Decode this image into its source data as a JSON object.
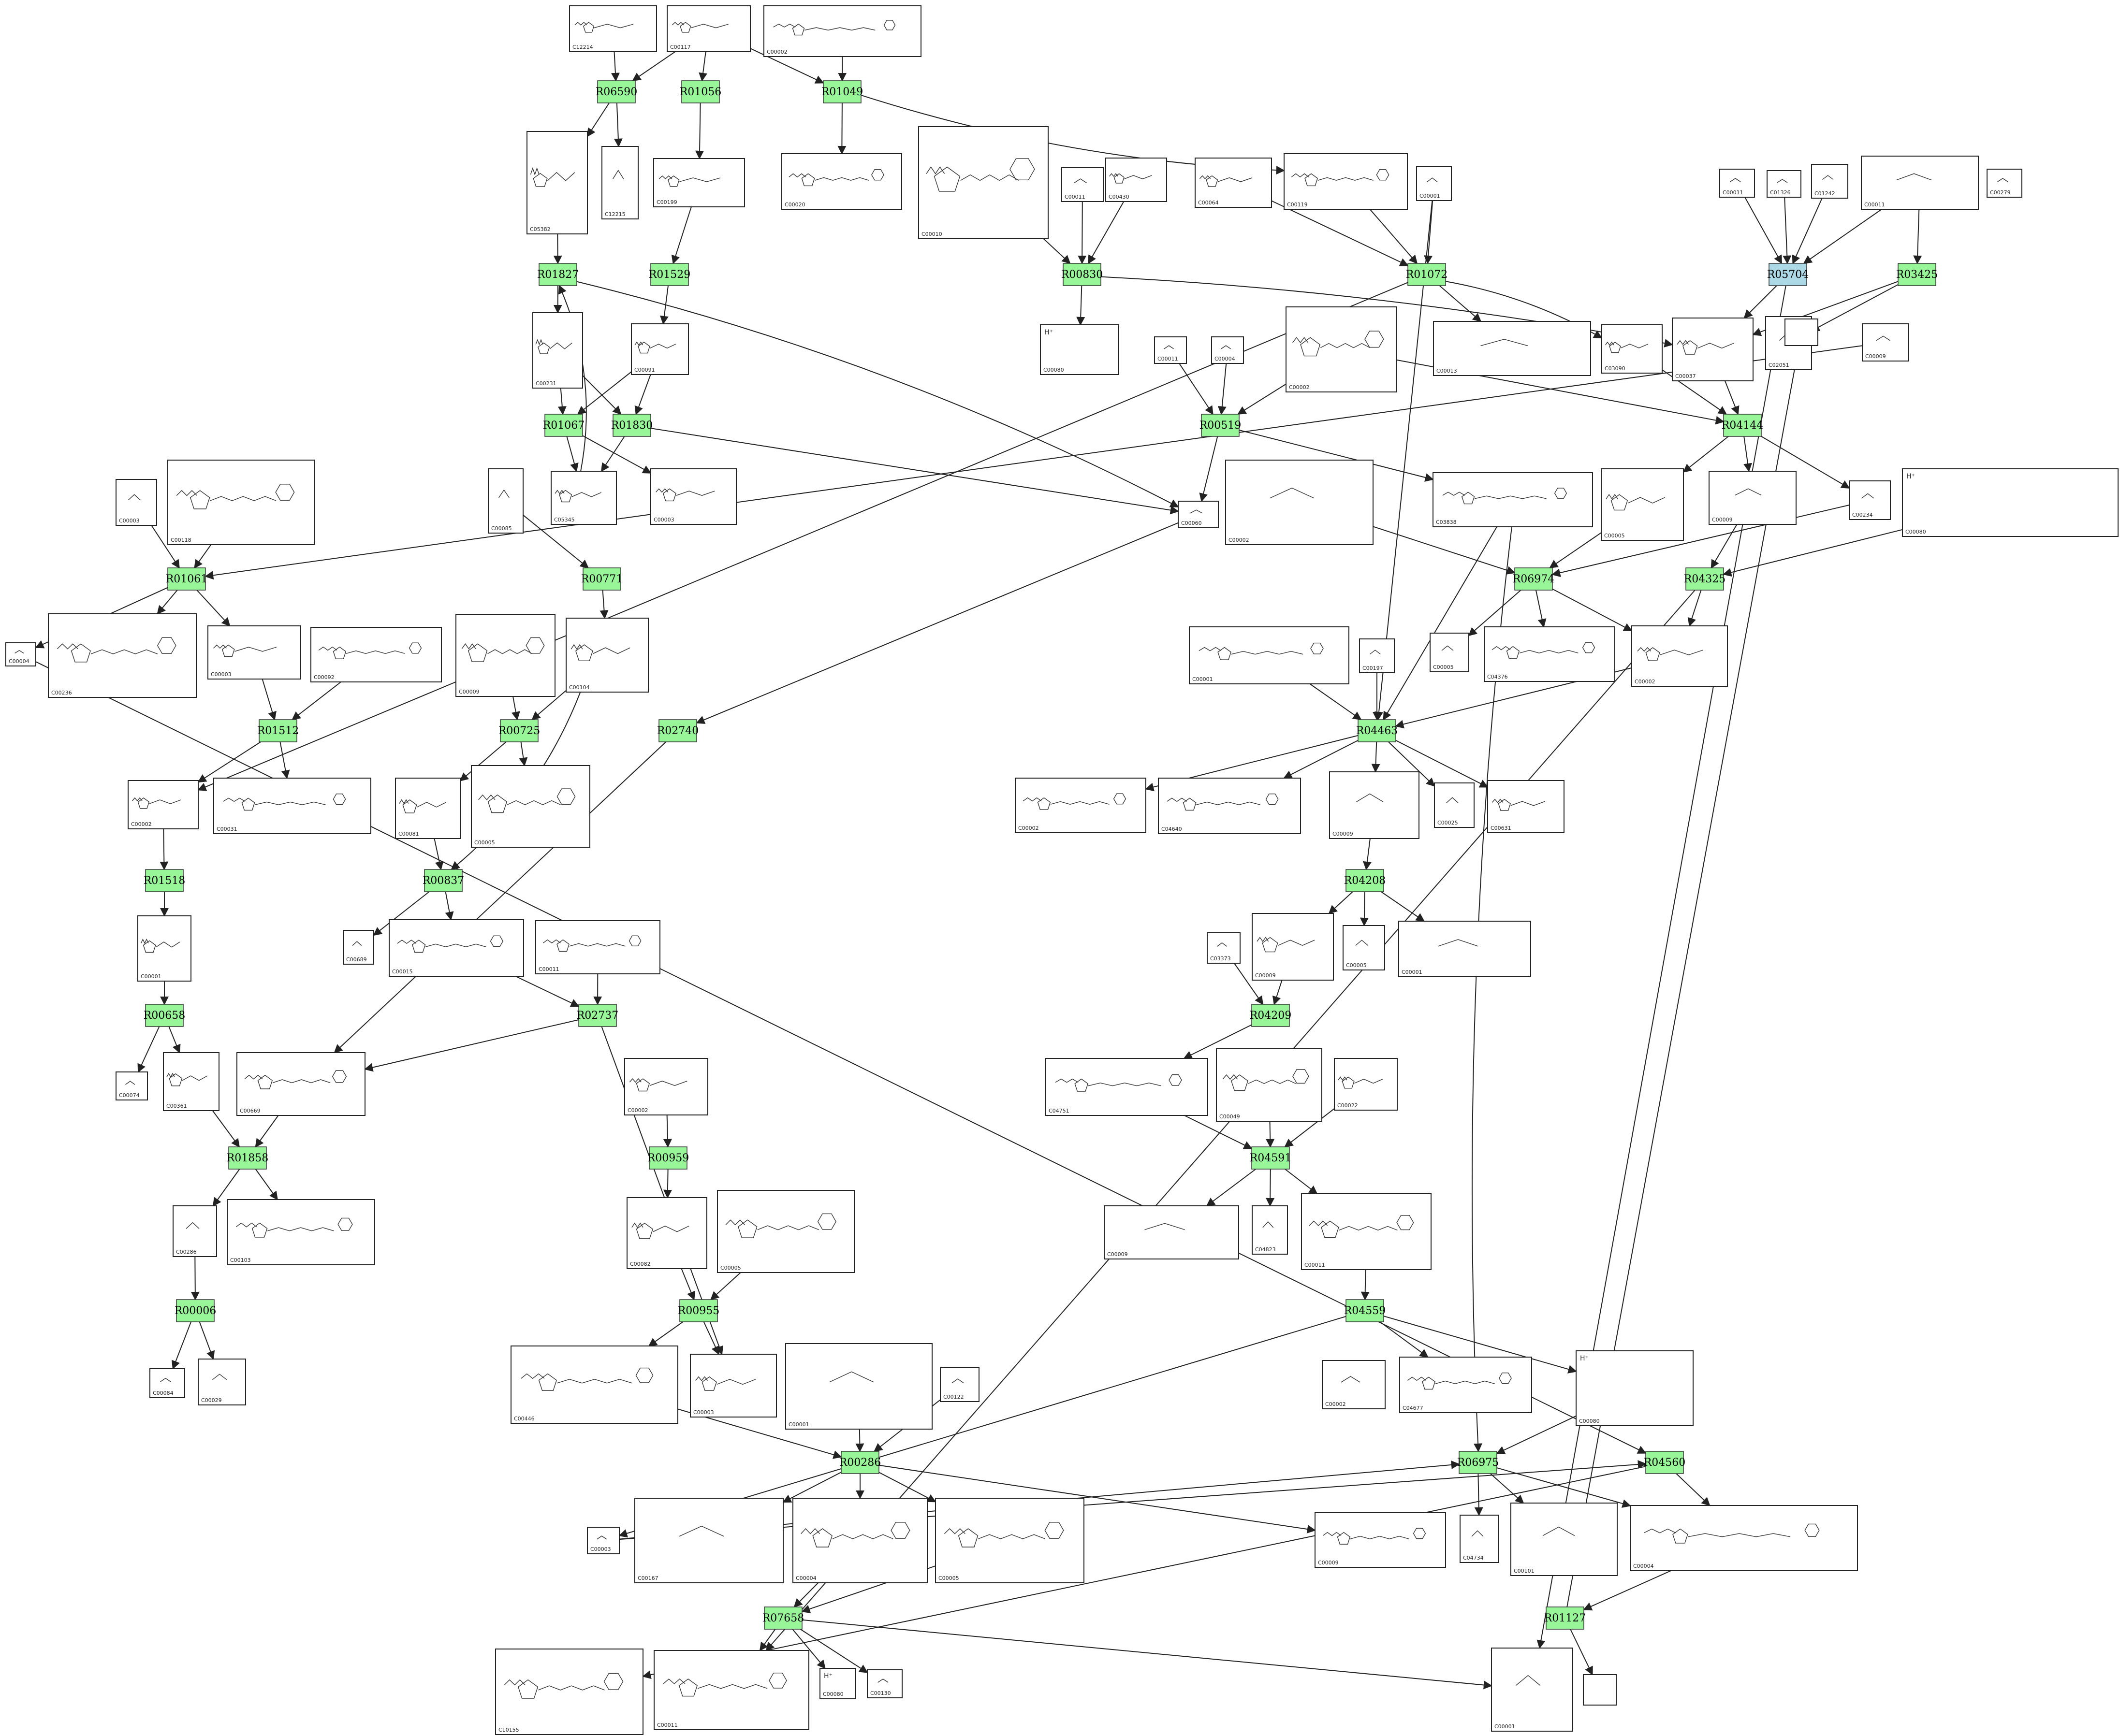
{
  "colors": {
    "reaction_fill": "#98f598",
    "reaction_fill_highlight": "#add8e6",
    "compound_border": "#222222",
    "edge": "#222222"
  },
  "reactions": [
    {
      "id": "R06590"
    },
    {
      "id": "R01056"
    },
    {
      "id": "R01049"
    },
    {
      "id": "R01827"
    },
    {
      "id": "R01529"
    },
    {
      "id": "R01067"
    },
    {
      "id": "R01830"
    },
    {
      "id": "R00830"
    },
    {
      "id": "R01072"
    },
    {
      "id": "R05704",
      "highlight": true
    },
    {
      "id": "R03425"
    },
    {
      "id": "R00519"
    },
    {
      "id": "R04144"
    },
    {
      "id": "R01061"
    },
    {
      "id": "R00771"
    },
    {
      "id": "R06974"
    },
    {
      "id": "R04325"
    },
    {
      "id": "R01512"
    },
    {
      "id": "R00725"
    },
    {
      "id": "R02740"
    },
    {
      "id": "R04463"
    },
    {
      "id": "R01518"
    },
    {
      "id": "R00837"
    },
    {
      "id": "R04208"
    },
    {
      "id": "R00658"
    },
    {
      "id": "R02737"
    },
    {
      "id": "R04209"
    },
    {
      "id": "R01858"
    },
    {
      "id": "R00959"
    },
    {
      "id": "R04591"
    },
    {
      "id": "R00006"
    },
    {
      "id": "R00955"
    },
    {
      "id": "R04559"
    },
    {
      "id": "R00286"
    },
    {
      "id": "R06975"
    },
    {
      "id": "R04560"
    },
    {
      "id": "R07658"
    },
    {
      "id": "R01127"
    }
  ],
  "compounds": [
    {
      "id": "C12214"
    },
    {
      "id": "C00117"
    },
    {
      "id": "C00002"
    },
    {
      "id": "C05382"
    },
    {
      "id": "C12215"
    },
    {
      "id": "C00199"
    },
    {
      "id": "C00020"
    },
    {
      "id": "C00010"
    },
    {
      "id": "C00011"
    },
    {
      "id": "C00430"
    },
    {
      "id": "C00064"
    },
    {
      "id": "C00119"
    },
    {
      "id": "C00001"
    },
    {
      "id": "C00011"
    },
    {
      "id": "C01326"
    },
    {
      "id": "C01242"
    },
    {
      "id": "C00011"
    },
    {
      "id": "C00279"
    },
    {
      "id": "C00231"
    },
    {
      "id": "C00091"
    },
    {
      "id": "C00080",
      "ion": "H⁺"
    },
    {
      "id": "C00011"
    },
    {
      "id": "C00004"
    },
    {
      "id": "C00002"
    },
    {
      "id": "C00013"
    },
    {
      "id": "C03090"
    },
    {
      "id": "C00037"
    },
    {
      "id": "C02051"
    },
    {
      "id": "C00009"
    },
    {
      "id": "C00003"
    },
    {
      "id": "C00118"
    },
    {
      "id": "C00085"
    },
    {
      "id": "C05345"
    },
    {
      "id": "C00003"
    },
    {
      "id": "C00060"
    },
    {
      "id": "C00002"
    },
    {
      "id": "C03838"
    },
    {
      "id": "C00005"
    },
    {
      "id": "C00009"
    },
    {
      "id": "C00234"
    },
    {
      "id": "C00080",
      "ion": "H⁺"
    },
    {
      "id": "C00004"
    },
    {
      "id": "C00236"
    },
    {
      "id": "C00003"
    },
    {
      "id": "C00092"
    },
    {
      "id": "C00104"
    },
    {
      "id": "C00009"
    },
    {
      "id": "C00005"
    },
    {
      "id": "C04376"
    },
    {
      "id": "C00002"
    },
    {
      "id": "C00001"
    },
    {
      "id": "C00197"
    },
    {
      "id": "C00002"
    },
    {
      "id": "C00031"
    },
    {
      "id": "C00081"
    },
    {
      "id": "C00005"
    },
    {
      "id": "C00002"
    },
    {
      "id": "C04640"
    },
    {
      "id": "C00009"
    },
    {
      "id": "C00025"
    },
    {
      "id": "C00631"
    },
    {
      "id": "C00001"
    },
    {
      "id": "C00689"
    },
    {
      "id": "C00015"
    },
    {
      "id": "C00011"
    },
    {
      "id": "C03373"
    },
    {
      "id": "C00009"
    },
    {
      "id": "C00005"
    },
    {
      "id": "C00001"
    },
    {
      "id": "C00074"
    },
    {
      "id": "C00361"
    },
    {
      "id": "C00669"
    },
    {
      "id": "C00002"
    },
    {
      "id": "C04751"
    },
    {
      "id": "C00049"
    },
    {
      "id": "C00022"
    },
    {
      "id": "C00286"
    },
    {
      "id": "C00103"
    },
    {
      "id": "C00082"
    },
    {
      "id": "C00005"
    },
    {
      "id": "C00009"
    },
    {
      "id": "C04823"
    },
    {
      "id": "C00011"
    },
    {
      "id": "C00084"
    },
    {
      "id": "C00029"
    },
    {
      "id": "C00446"
    },
    {
      "id": "C00003"
    },
    {
      "id": "C00001"
    },
    {
      "id": "C00122"
    },
    {
      "id": "C00002"
    },
    {
      "id": "C04677"
    },
    {
      "id": "C00080",
      "ion": "H⁺"
    },
    {
      "id": "C00003"
    },
    {
      "id": "C00167"
    },
    {
      "id": "C00004"
    },
    {
      "id": "C00005"
    },
    {
      "id": "C00009"
    },
    {
      "id": "C04734"
    },
    {
      "id": "C00101"
    },
    {
      "id": "C00004"
    },
    {
      "id": "C10155"
    },
    {
      "id": "C00011"
    },
    {
      "id": "C00080",
      "ion": "H⁺"
    },
    {
      "id": "C00130"
    },
    {
      "id": "C00001"
    },
    {
      "id": ""
    },
    {
      "id": ""
    }
  ]
}
